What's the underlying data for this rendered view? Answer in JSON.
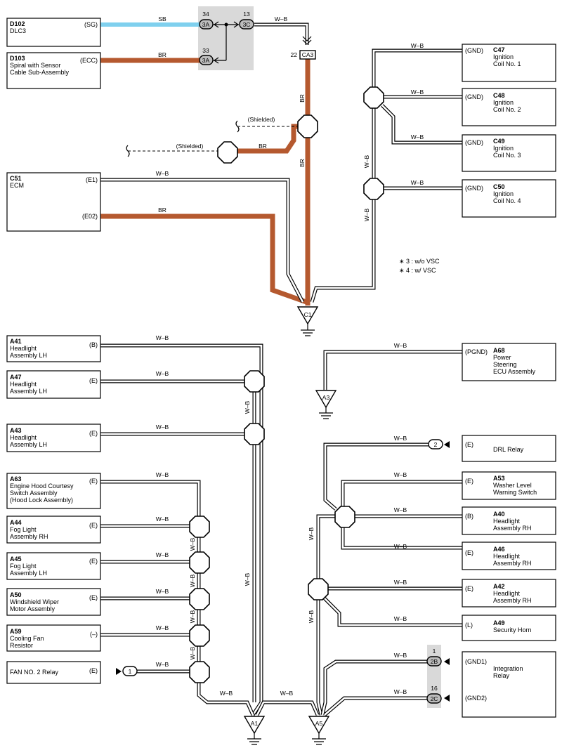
{
  "colors": {
    "BR": "#b5592f",
    "SB": "#7fd0ee",
    "W-B": "#ffffff",
    "junction_shade": "#d9d9d9"
  },
  "components": [
    {
      "code": "D102",
      "name": "DLC3",
      "pin": "(SG)"
    },
    {
      "code": "D103",
      "name": "Spiral with Sensor Cable Sub-Assembly",
      "pin": "(ECC)"
    },
    {
      "code": "C51",
      "name": "ECM",
      "pins": [
        "(E1)",
        "(E02)"
      ]
    },
    {
      "code": "C47",
      "name": "Ignition Coil No. 1",
      "pin": "(GND)"
    },
    {
      "code": "C48",
      "name": "Ignition Coil No. 2",
      "pin": "(GND)"
    },
    {
      "code": "C49",
      "name": "Ignition Coil No. 3",
      "pin": "(GND)"
    },
    {
      "code": "C50",
      "name": "Ignition Coil No. 4",
      "pin": "(GND)"
    },
    {
      "code": "A41",
      "name": "Headlight Assembly LH",
      "pin": "(B)"
    },
    {
      "code": "A47",
      "name": "Headlight Assembly LH",
      "pin": "(E)"
    },
    {
      "code": "A43",
      "name": "Headlight Assembly LH",
      "pin": "(E)"
    },
    {
      "code": "A63",
      "name": "Engine Hood Courtesy Switch Assembly (Hood Lock Assembly)",
      "pin": "(E)"
    },
    {
      "code": "A44",
      "name": "Fog Light Assembly RH",
      "pin": "(E)"
    },
    {
      "code": "A45",
      "name": "Fog Light Assembly LH",
      "pin": "(E)"
    },
    {
      "code": "A50",
      "name": "Windshield Wiper Motor Assembly",
      "pin": "(E)"
    },
    {
      "code": "A59",
      "name": "Cooling Fan Resistor",
      "pin": "(–)"
    },
    {
      "code": "",
      "name": "FAN NO. 2 Relay",
      "pin": "(E)"
    },
    {
      "code": "A68",
      "name": "Power Steering ECU Assembly",
      "pin": "(PGND)"
    },
    {
      "code": "",
      "name": "DRL Relay",
      "pin": "(E)"
    },
    {
      "code": "A53",
      "name": "Washer Level Warning Switch",
      "pin": "(E)"
    },
    {
      "code": "A40",
      "name": "Headlight Assembly RH",
      "pin": "(B)"
    },
    {
      "code": "A46",
      "name": "Headlight Assembly RH",
      "pin": "(E)"
    },
    {
      "code": "A42",
      "name": "Headlight Assembly RH",
      "pin": "(E)"
    },
    {
      "code": "A49",
      "name": "Security Horn",
      "pin": "(L)"
    },
    {
      "code": "",
      "name": "Integration Relay",
      "pins": [
        "(GND1)",
        "(GND2)"
      ]
    }
  ],
  "labels": {
    "d102_code": "D102",
    "d102_name": "DLC3",
    "d102_pin": "(SG)",
    "d103_code": "D103",
    "d103_l1": "Spiral with Sensor",
    "d103_l2": "Cable Sub-Assembly",
    "d103_pin": "(ECC)",
    "c51_code": "C51",
    "c51_name": "ECM",
    "c51_pin1": "(E1)",
    "c51_pin2": "(E02)",
    "c47_code": "C47",
    "c47_l1": "Ignition",
    "c47_l2": "Coil No.  1",
    "c48_code": "C48",
    "c48_l1": "Ignition",
    "c48_l2": "Coil No.  2",
    "c49_code": "C49",
    "c49_l1": "Ignition",
    "c49_l2": "Coil No.  3",
    "c50_code": "C50",
    "c50_l1": "Ignition",
    "c50_l2": "Coil No.  4",
    "gnd_pin": "(GND)",
    "a41_code": "A41",
    "a41_l1": "Headlight",
    "a41_l2": "Assembly LH",
    "a41_pin": "(B)",
    "a47_code": "A47",
    "a47_l1": "Headlight",
    "a47_l2": "Assembly LH",
    "a47_pin": "(E)",
    "a43_code": "A43",
    "a43_l1": "Headlight",
    "a43_l2": "Assembly LH",
    "a43_pin": "(E)",
    "a63_code": "A63",
    "a63_l1": "Engine Hood Courtesy",
    "a63_l2": "Switch Assembly",
    "a63_l3": "(Hood Lock Assembly)",
    "a63_pin": "(E)",
    "a44_code": "A44",
    "a44_l1": "Fog Light",
    "a44_l2": "Assembly RH",
    "a44_pin": "(E)",
    "a45_code": "A45",
    "a45_l1": "Fog Light",
    "a45_l2": "Assembly LH",
    "a45_pin": "(E)",
    "a50_code": "A50",
    "a50_l1": "Windshield Wiper",
    "a50_l2": "Motor Assembly",
    "a50_pin": "(E)",
    "a59_code": "A59",
    "a59_l1": "Cooling Fan",
    "a59_l2": "Resistor",
    "a59_pin": "(–)",
    "fan_name": "FAN NO. 2 Relay",
    "fan_pin": "(E)",
    "a68_code": "A68",
    "a68_l1": "Power",
    "a68_l2": "Steering",
    "a68_l3": "ECU Assembly",
    "a68_pin": "(PGND)",
    "drl_name": "DRL Relay",
    "drl_pin": "(E)",
    "a53_code": "A53",
    "a53_l1": "Washer Level",
    "a53_l2": "Warning Switch",
    "a53_pin": "(E)",
    "a40_code": "A40",
    "a40_l1": "Headlight",
    "a40_l2": "Assembly RH",
    "a40_pin": "(B)",
    "a46_code": "A46",
    "a46_l1": "Headlight",
    "a46_l2": "Assembly RH",
    "a46_pin": "(E)",
    "a42_code": "A42",
    "a42_l1": "Headlight",
    "a42_l2": "Assembly RH",
    "a42_pin": "(E)",
    "a49_code": "A49",
    "a49_l1": "Security Horn",
    "a49_pin": "(L)",
    "ir_l1": "Integration",
    "ir_l2": "Relay",
    "ir_pin1": "(GND1)",
    "ir_pin2": "(GND2)"
  },
  "wires": {
    "wb": "W–B",
    "br": "BR",
    "sb": "SB",
    "shielded": "(Shielded)"
  },
  "connectors": {
    "p34": "34",
    "p3a": "3A",
    "p13": "13",
    "p3c": "3C",
    "p33": "33",
    "p3a2": "3A",
    "p22": "22",
    "ca3": "CA3",
    "p1": "1",
    "p2": "2",
    "p2b_num": "1",
    "p2b": "2B",
    "p2c_num": "16",
    "p2c": "2C"
  },
  "grounds": {
    "c1": "C1",
    "a3": "A3",
    "a1": "A1",
    "a5": "A5"
  },
  "notes": {
    "n1": "∗ 3 : w/o VSC",
    "n2": "∗ 4 : w/ VSC"
  }
}
